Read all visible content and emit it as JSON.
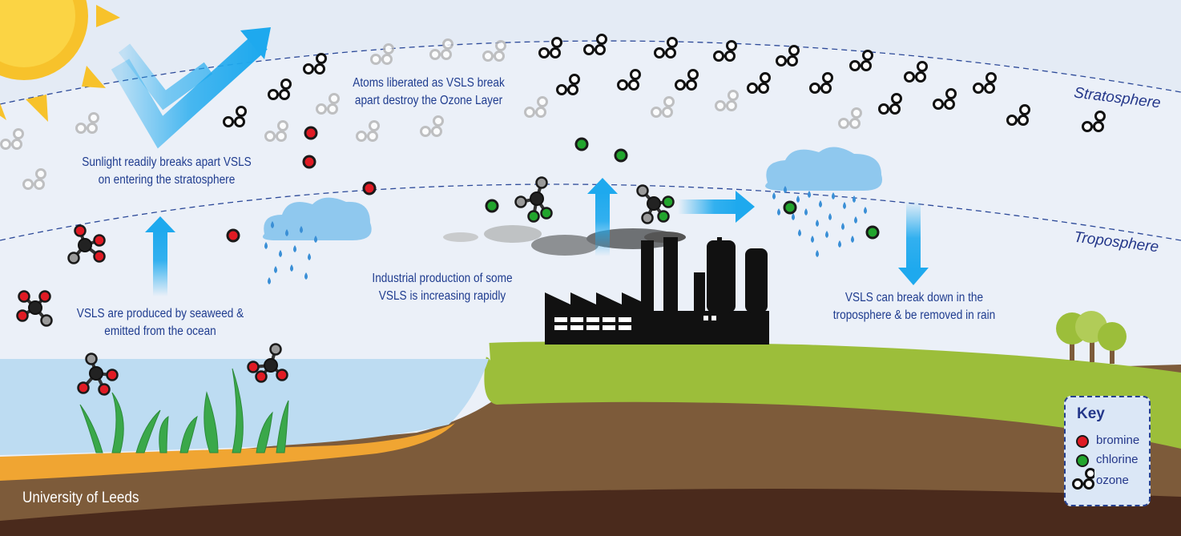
{
  "labels": {
    "stratosphere": "Stratosphere",
    "troposphere": "Troposphere",
    "sunlight": [
      "Sunlight readily breaks apart VSLS",
      "on entering the stratosphere"
    ],
    "atoms": [
      "Atoms liberated as VSLS break",
      "apart destroy the Ozone Layer"
    ],
    "seaweed": [
      "VSLS are produced by seaweed &",
      "emitted from the ocean"
    ],
    "industrial": [
      "Industrial production of some",
      "VSLS is increasing rapidly"
    ],
    "rain": [
      "VSLS can break down in the",
      "troposphere & be removed in rain"
    ],
    "credit": "University of Leeds"
  },
  "key": {
    "title": "Key",
    "items": [
      {
        "label": "bromine",
        "color": "#e01b24"
      },
      {
        "label": "chlorine",
        "color": "#22a52d"
      },
      {
        "label": "ozone",
        "icon": "ozone-molecule-icon"
      }
    ]
  },
  "colors": {
    "sky": "#e9eff7",
    "sun": "#f7c22b",
    "arrow": "#1ea9ee",
    "bromine": "#e01b24",
    "chlorine": "#22a52d",
    "ozone": "#111111",
    "ozone_faded": "#b4b4b4",
    "land": "#9cbe3a",
    "soil": "#7d5b3a",
    "sea": "#bddcf2",
    "sand": "#f0a532",
    "factory": "#111111",
    "text": "#1f3c8f"
  }
}
